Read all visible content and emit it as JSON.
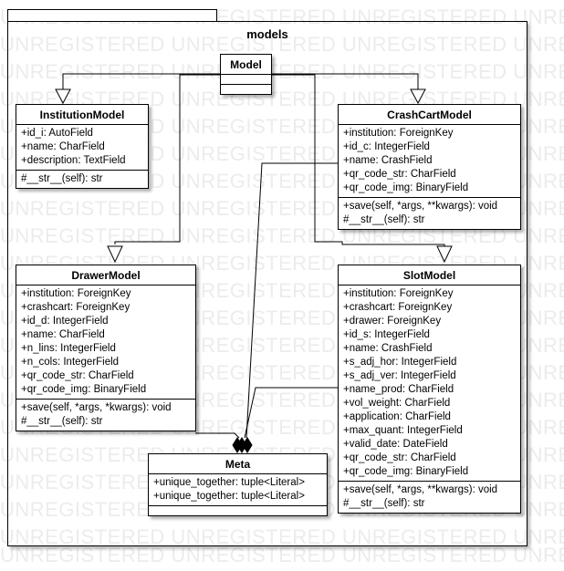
{
  "watermark": "UNREGISTERED UNREGISTERED UNREGISTERED UNREGISTERED U",
  "package": {
    "name": "models"
  },
  "classes": {
    "model": {
      "name": "Model"
    },
    "institution": {
      "name": "InstitutionModel",
      "attributes": [
        "+id_i: AutoField",
        "+name: CharField",
        "+description: TextField"
      ],
      "methods": [
        "#__str__(self): str"
      ]
    },
    "crashcart": {
      "name": "CrashCartModel",
      "attributes": [
        "+institution: ForeignKey",
        "+id_c: IntegerField",
        "+name: CrashField",
        "+qr_code_str: CharField",
        "+qr_code_img: BinaryField"
      ],
      "methods": [
        "+save(self, *args, **kwargs): void",
        "#__str__(self): str"
      ]
    },
    "drawer": {
      "name": "DrawerModel",
      "attributes": [
        "+institution: ForeignKey",
        "+crashcart: ForeignKey",
        "+id_d: IntegerField",
        "+name: CharField",
        "+n_lins: IntegerField",
        "+n_cols: IntegerField",
        "+qr_code_str: CharField",
        "+qr_code_img: BinaryField"
      ],
      "methods": [
        "+save(self, *args, *kwargs): void",
        "#__str__(self): str"
      ]
    },
    "slot": {
      "name": "SlotModel",
      "attributes": [
        "+institution: ForeignKey",
        "+crashcart: ForeignKey",
        "+drawer: ForeignKey",
        "+id_s: IntegerField",
        "+name: CrashField",
        "+s_adj_hor: IntegerField",
        "+s_adj_ver: IntegerField",
        "+name_prod: CharField",
        "+vol_weight: CharField",
        "+application: CharField",
        "+max_quant: IntegerField",
        "+valid_date: DateField",
        "+qr_code_str: CharField",
        "+qr_code_img: BinaryField"
      ],
      "methods": [
        "+save(self, *args, **kwargs): void",
        "#__str__(self): str"
      ]
    },
    "meta": {
      "name": "Meta",
      "attributes": [
        "+unique_together: tuple<Literal>",
        "+unique_together: tuple<Literal>"
      ],
      "methods": []
    }
  }
}
